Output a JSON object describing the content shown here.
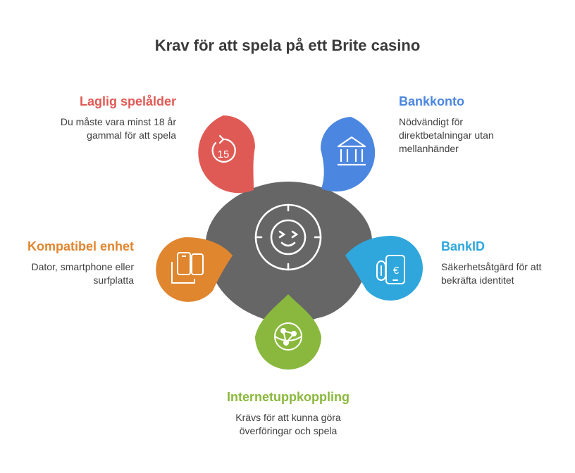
{
  "title": "Krav för att spela på ett Brite casino",
  "items": [
    {
      "heading": "Laglig spelålder",
      "description": "Du måste vara minst 18 år gammal för att spela",
      "color": "#e05a55",
      "icon": "clock-15-icon",
      "icon_text": "15"
    },
    {
      "heading": "Bankkonto",
      "description": "Nödvändigt för direktbetalningar utan mellanhänder",
      "color": "#4b86e0",
      "icon": "bank-icon"
    },
    {
      "heading": "BankID",
      "description": "Säkerhetsåtgärd för att bekräfta identitet",
      "color": "#2fa7dc",
      "icon": "phone-fingerprint-euro-icon",
      "icon_text": "€"
    },
    {
      "heading": "Internetuppkoppling",
      "description": "Krävs för att kunna göra överföringar och spela",
      "color": "#8ab83e",
      "icon": "globe-network-icon"
    },
    {
      "heading": "Kompatibel enhet",
      "description": "Dator, smartphone eller surfplatta",
      "color": "#e0862f",
      "icon": "devices-icon"
    }
  ],
  "center": {
    "color": "#666666",
    "icon": "winking-face-dial-icon"
  }
}
